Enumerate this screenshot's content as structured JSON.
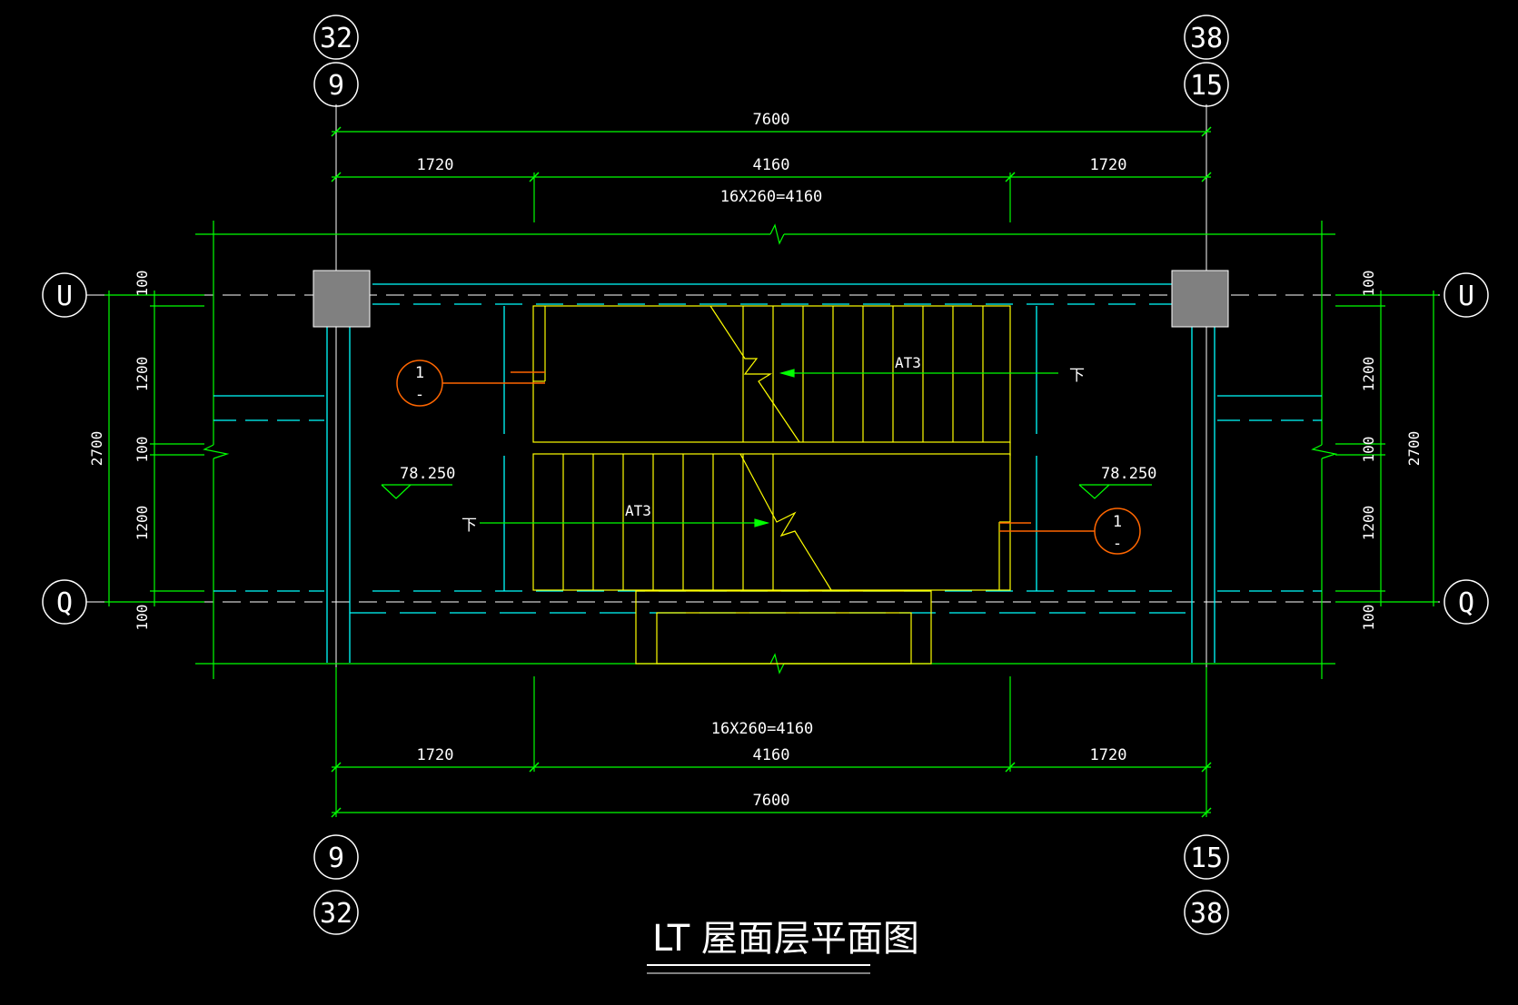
{
  "axes": {
    "top_outer_left": "32",
    "top_inner_left": "9",
    "top_outer_right": "38",
    "top_inner_right": "15",
    "bottom_inner_left": "9",
    "bottom_outer_left": "32",
    "bottom_inner_right": "15",
    "bottom_outer_right": "38",
    "row_top": "U",
    "row_bottom": "Q"
  },
  "dimensions": {
    "total": "7600",
    "left_seg": "1720",
    "mid_seg": "4160",
    "right_seg": "1720",
    "step_formula": "16X260=4160",
    "vert_100a": "100",
    "vert_1200a": "1200",
    "vert_100b": "100",
    "vert_1200b": "1200",
    "vert_100c": "100",
    "vert_total": "2700"
  },
  "labels": {
    "flight_top": "AT3",
    "flight_bottom": "AT3",
    "down_top": "下",
    "down_bottom": "下",
    "elev_left": "78.250",
    "elev_right": "78.250",
    "section_left_num": "1",
    "section_left_sub": "-",
    "section_right_num": "1",
    "section_right_sub": "-"
  },
  "title": "LT 屋面层平面图",
  "colors": {
    "dim": "#00ff00",
    "wall": "#00ffff",
    "stair": "#ffff00",
    "section": "#ff6600",
    "white": "#ffffff",
    "column": "#808080"
  }
}
